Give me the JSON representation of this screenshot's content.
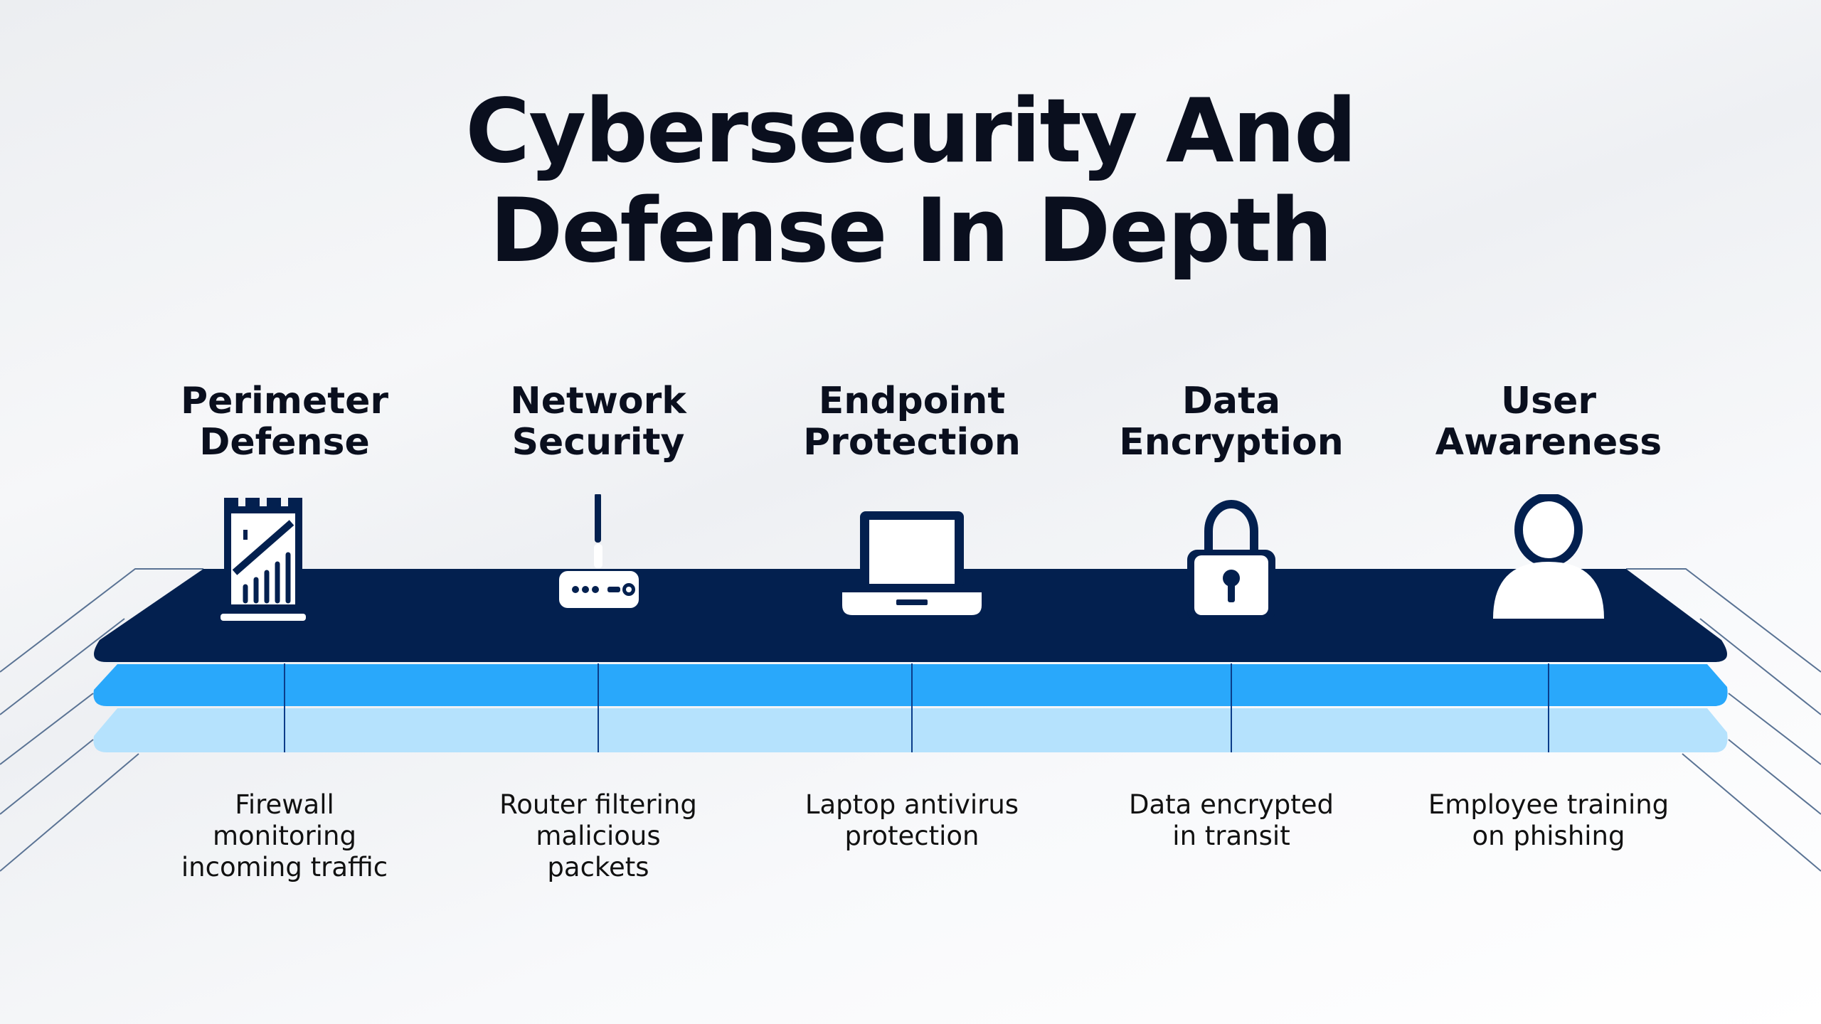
{
  "title": {
    "line1": "Cybersecurity And",
    "line2": "Defense In Depth"
  },
  "colors": {
    "slab_dark": "#03204f",
    "layer_mid": "#29a8fb",
    "layer_light": "#b5e2fd",
    "text": "#0a0f1e"
  },
  "layers": [
    {
      "heading1": "Perimeter",
      "heading2": "Defense",
      "icon": "castle-firewall-icon",
      "desc": [
        "Firewall",
        "monitoring",
        "incoming traffic"
      ]
    },
    {
      "heading1": "Network",
      "heading2": "Security",
      "icon": "router-icon",
      "desc": [
        "Router filtering",
        "malicious",
        "packets"
      ]
    },
    {
      "heading1": "Endpoint",
      "heading2": "Protection",
      "icon": "laptop-icon",
      "desc": [
        "Laptop antivirus",
        "protection"
      ]
    },
    {
      "heading1": "Data",
      "heading2": "Encryption",
      "icon": "padlock-icon",
      "desc": [
        "Data encrypted",
        "in transit"
      ]
    },
    {
      "heading1": "User",
      "heading2": "Awareness",
      "icon": "user-icon",
      "desc": [
        "Employee training",
        "on phishing"
      ]
    }
  ]
}
